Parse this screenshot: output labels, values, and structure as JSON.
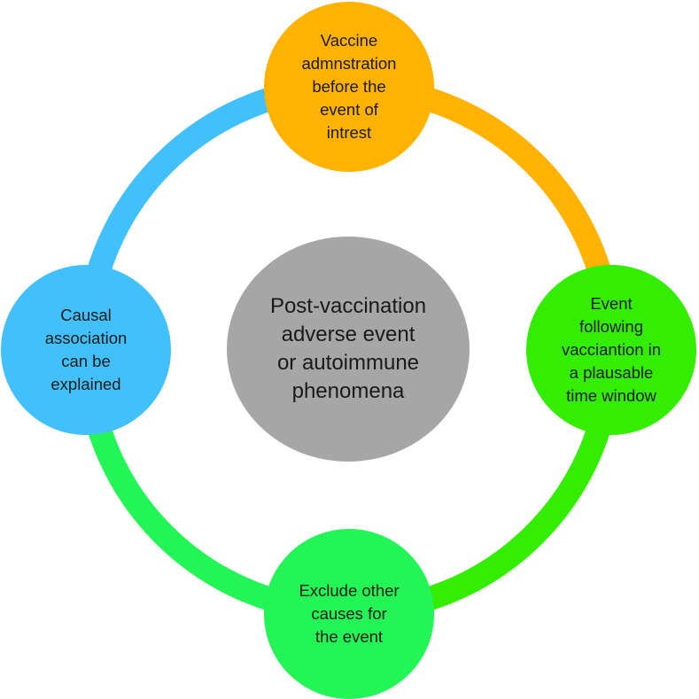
{
  "diagram": {
    "center": {
      "label": "Post-vaccination\nadverse event\nor autoimmune\nphenomena",
      "color": "#a6a6a6"
    },
    "nodes": [
      {
        "id": "top",
        "label": "Vaccine\nadmnstration\nbefore the\nevent of\nintrest",
        "color": "#ffb300"
      },
      {
        "id": "right",
        "label": "Event\nfollowing\nvacciantion in\na plausable\ntime window",
        "color": "#33ee00"
      },
      {
        "id": "bottom",
        "label": "Exclude other\ncauses for\nthe event",
        "color": "#22f555"
      },
      {
        "id": "left",
        "label": "Causal\nassociation\ncan be\nexplained",
        "color": "#42c0fb"
      }
    ],
    "ring_segments": [
      {
        "from": "top",
        "to": "right",
        "color": "#ffb300"
      },
      {
        "from": "right",
        "to": "bottom",
        "color": "#33ee00"
      },
      {
        "from": "bottom",
        "to": "left",
        "color": "#22f555"
      },
      {
        "from": "left",
        "to": "top",
        "color": "#42c0fb"
      }
    ]
  }
}
